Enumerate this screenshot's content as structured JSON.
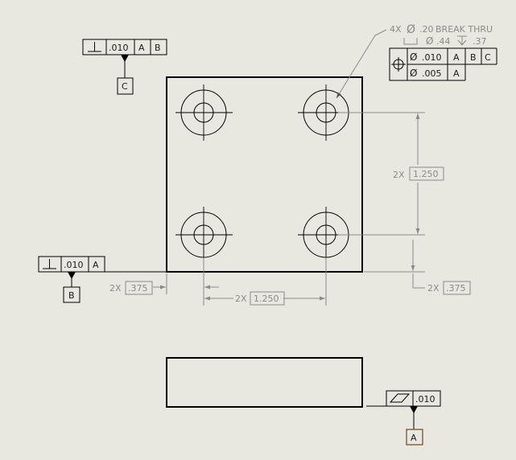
{
  "datum_a": {
    "frame": {
      "symbol": "flatness-icon",
      "tolerance": ".010"
    },
    "label": "A"
  },
  "datum_b": {
    "frame": {
      "symbol": "perpendicularity-icon",
      "tolerance": ".010",
      "ref1": "A"
    },
    "label": "B"
  },
  "datum_c": {
    "frame": {
      "symbol": "perpendicularity-icon",
      "tolerance": ".010",
      "ref1": "A",
      "ref2": "B"
    },
    "label": "C"
  },
  "hole_note": {
    "qty": "4X",
    "diameter_symbol": "Ø",
    "diameter": ".20",
    "thru": "BREAK THRU",
    "cbore_diameter": ".44",
    "cbore_depth": ".37"
  },
  "position_frame": {
    "symbol": "position-icon",
    "row1": {
      "diameter_symbol": "Ø",
      "tolerance": ".010",
      "ref1": "A",
      "ref2": "B",
      "ref3": "C"
    },
    "row2": {
      "diameter_symbol": "Ø",
      "tolerance": ".005",
      "ref1": "A"
    }
  },
  "dimensions": {
    "vertical_spacing": {
      "qty": "2X",
      "value": "1.250"
    },
    "horizontal_spacing": {
      "qty": "2X",
      "value": "1.250"
    },
    "left_offset": {
      "qty": "2X",
      "value": ".375"
    },
    "bottom_offset": {
      "qty": "2X",
      "value": ".375"
    }
  }
}
